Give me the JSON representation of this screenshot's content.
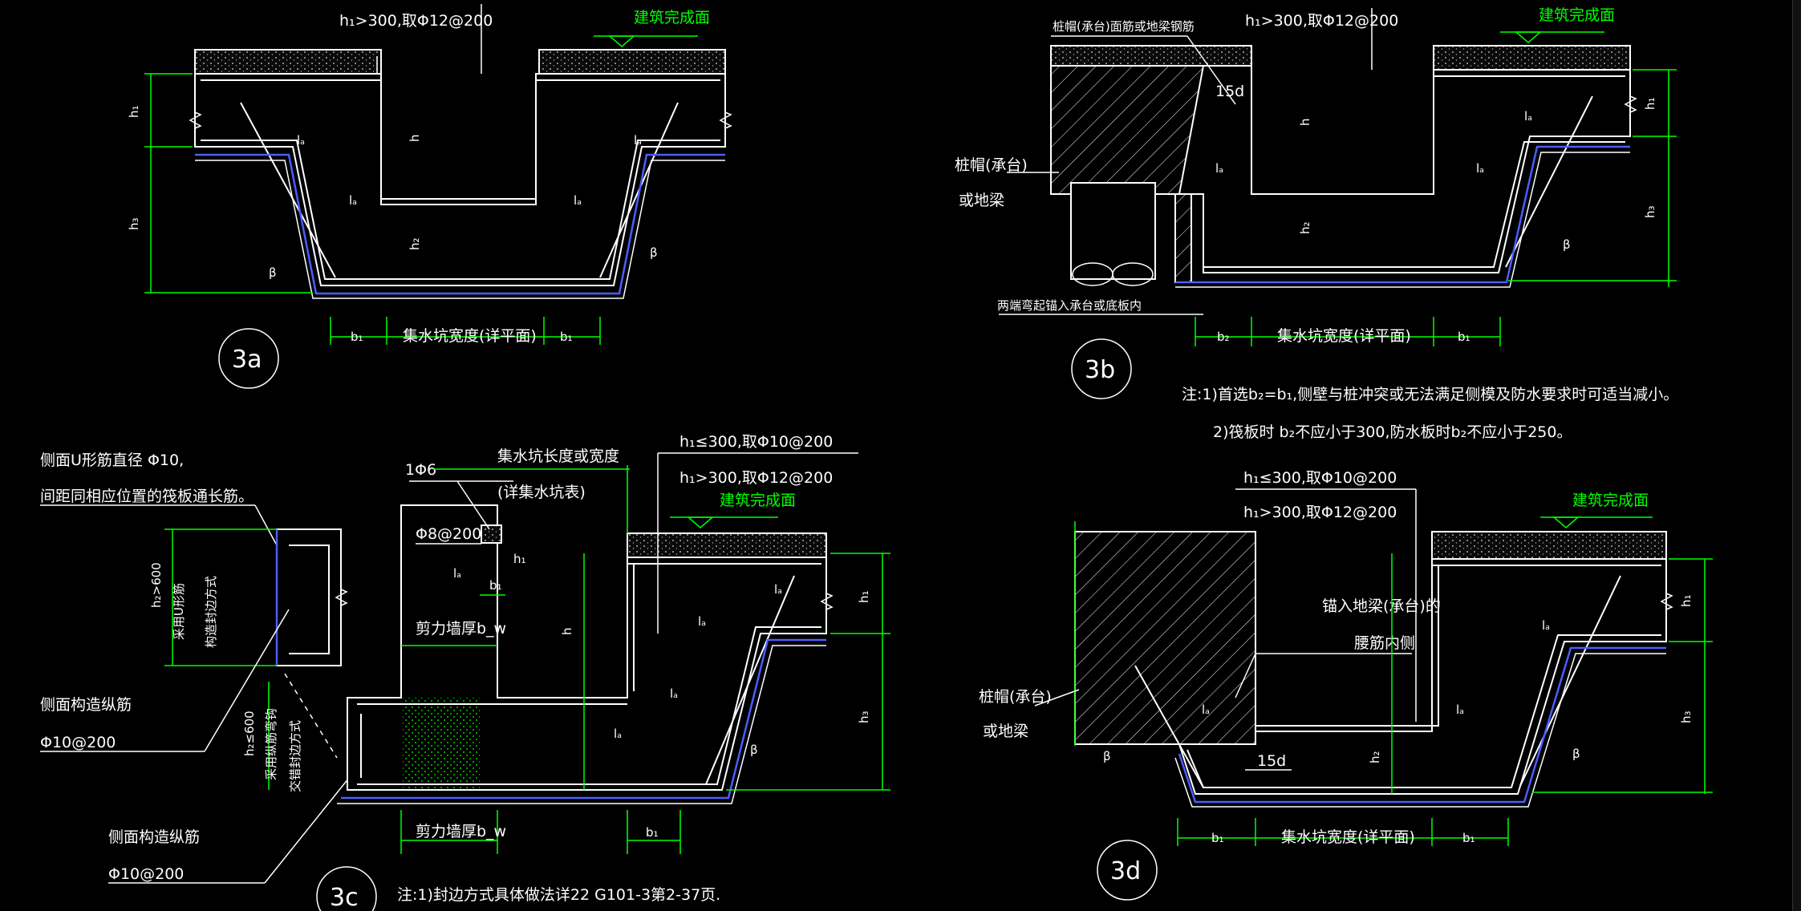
{
  "colors": {
    "background": "#000000",
    "line": "#ffffff",
    "dimension": "#00ff00",
    "waterproof": "#4c5dff"
  },
  "a": {
    "note_top": "h₁>300,取Φ12@200",
    "finish_floor": "建筑完成面",
    "h1": "h₁",
    "h3": "h₃",
    "h": "h",
    "h2": "h₂",
    "la": "lₐ",
    "beta": "β",
    "b1": "b₁",
    "width": "集水坑宽度(详平面)",
    "label": "3a"
  },
  "b": {
    "rebar_note": "桩帽(承台)面筋或地梁钢筋",
    "note_top": "h₁>300,取Φ12@200",
    "finish_floor": "建筑完成面",
    "d15": "15d",
    "cap": "桩帽(承台)",
    "beam": "或地梁",
    "anchor_note": "两端弯起锚入承台或底板内",
    "h1": "h₁",
    "h3": "h₃",
    "h": "h",
    "h2": "h₂",
    "la": "lₐ",
    "beta": "β",
    "b2": "b₂",
    "b1": "b₁",
    "width": "集水坑宽度(详平面)",
    "label": "3b",
    "note1": "注:1)首选b₂=b₁,侧壁与桩冲突或无法满足侧模及防水要求时可适当减小。",
    "note2": "2)筏板时 b₂不应小于300,防水板时b₂不应小于250。"
  },
  "c": {
    "side_u_1": "侧面U形筋直径 Φ10,",
    "side_u_2": "间距同相应位置的筏板通长筋。",
    "h2_gt": "h₂>600",
    "h2_le": "h₂≤600",
    "method_u_1": "采用U形筋",
    "method_u_2": "构造封边方式",
    "method_long_1": "采用纵筋弯钩",
    "method_long_2": "交错封边方式",
    "side_long_1": "侧面构造纵筋",
    "side_long_2": "Φ10@200",
    "side_long_3": "侧面构造纵筋",
    "side_long_4": "Φ10@200",
    "phi6": "1Φ6",
    "phi8": "Φ8@200",
    "pit_size_1": "集水坑长度或宽度",
    "pit_size_2": "(详集水坑表)",
    "h1_le": "h₁≤300,取Φ10@200",
    "h1_gt": "h₁>300,取Φ12@200",
    "finish_floor": "建筑完成面",
    "shear_wall": "剪力墙厚b_w",
    "h1": "h₁",
    "h3": "h₃",
    "h": "h",
    "la": "lₐ",
    "beta": "β",
    "b1": "b₁",
    "label": "3c",
    "note1": "注:1)封边方式具体做法详22 G101-3第2-37页."
  },
  "d": {
    "h1_le": "h₁≤300,取Φ10@200",
    "h1_gt": "h₁>300,取Φ12@200",
    "finish_floor": "建筑完成面",
    "anchor_1": "锚入地梁(承台)的",
    "anchor_2": "腰筋内侧",
    "cap": "桩帽(承台)",
    "beam": "或地梁",
    "d15": "15d",
    "h1": "h₁",
    "h3": "h₃",
    "h2": "h₂",
    "la": "lₐ",
    "beta": "β",
    "b1": "b₁",
    "width": "集水坑宽度(详平面)",
    "label": "3d"
  }
}
